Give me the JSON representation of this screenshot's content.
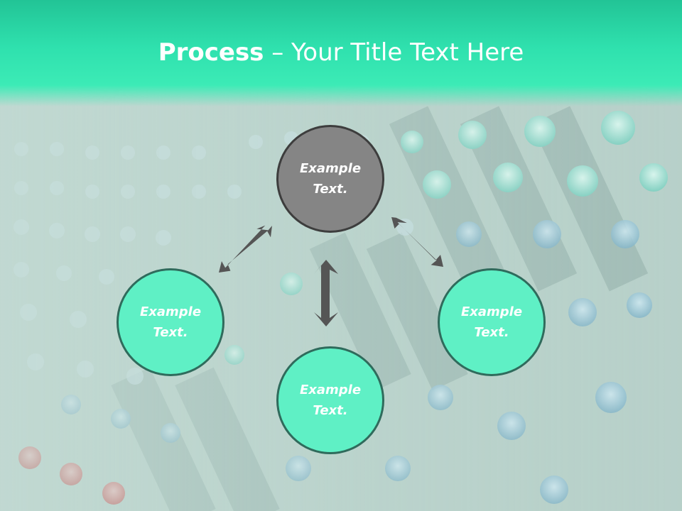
{
  "slide": {
    "title_strong": "Process",
    "title_rest": " – Your Title Text Here"
  },
  "diagram": {
    "center": "Example\nText.",
    "left": "Example\nText.",
    "bottom": "Example\nText.",
    "right": "Example\nText."
  },
  "colors": {
    "header": "#2fe1ae",
    "center_circle": "#858585",
    "outer_circle": "#5ff0c5",
    "arrow": "#555555"
  }
}
